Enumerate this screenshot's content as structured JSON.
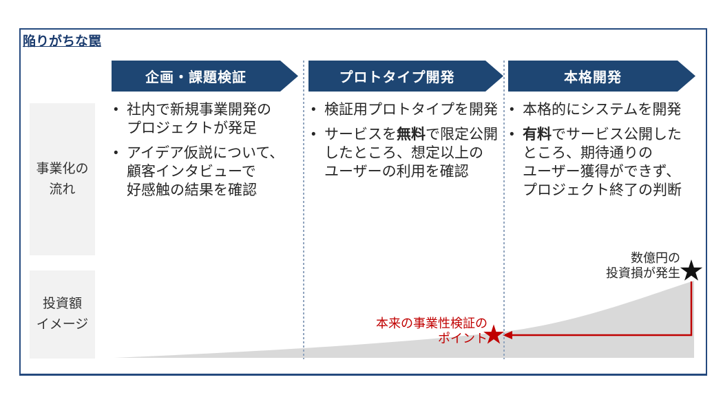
{
  "title": "陥りがちな罠",
  "bullet_char": "•",
  "row_labels": [
    {
      "label": "事業化の\n流れ"
    },
    {
      "label": "投資額\nイメージ"
    }
  ],
  "phases": [
    {
      "header": "企画・課題検証",
      "bullets": [
        {
          "pre": "社内で新規事業開発の\nプロジェクトが発足",
          "bold": "",
          "post": ""
        },
        {
          "pre": "アイデア仮説について、\n顧客インタビューで\n好感触の結果を確認",
          "bold": "",
          "post": ""
        }
      ]
    },
    {
      "header": "プロトタイプ開発",
      "bullets": [
        {
          "pre": "検証用プロトタイプを開発",
          "bold": "",
          "post": ""
        },
        {
          "pre": "サービスを",
          "bold": "無料",
          "post": "で限定公開\nしたところ、想定以上の\nユーザーの利用を確認"
        }
      ]
    },
    {
      "header": "本格開発",
      "bullets": [
        {
          "pre": "本格的にシステムを開発",
          "bold": "",
          "post": ""
        },
        {
          "pre": "",
          "bold": "有料",
          "post": "でサービス公開した\nところ、期待通りの\nユーザー獲得ができず、\nプロジェクト終了の判断"
        }
      ]
    }
  ],
  "annotations": {
    "loss": "数億円の\n投資損が発生",
    "checkpoint": "本来の事業性検証の\nポイント"
  },
  "icons": {
    "loss_star": "black-star",
    "checkpoint_star": "red-star"
  },
  "colors": {
    "navy": "#1e4673",
    "frame_border": "#24497e",
    "red": "#c00000",
    "wedge_gray": "#d9d9d9",
    "label_bg": "#f2f2f2",
    "divider": "#8fa3bd",
    "star_black": "#111111"
  }
}
